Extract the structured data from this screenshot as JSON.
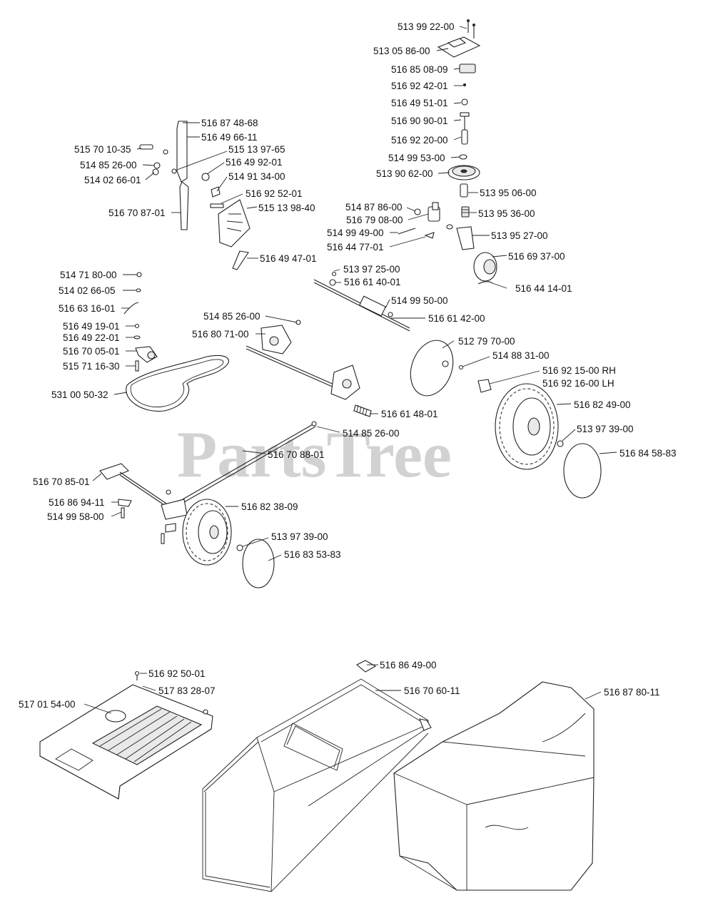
{
  "watermark": "PartsTree",
  "labels": [
    {
      "id": "p01",
      "text": "513 99 22-00"
    },
    {
      "id": "p02",
      "text": "513 05 86-00"
    },
    {
      "id": "p03",
      "text": "516 85 08-09"
    },
    {
      "id": "p04",
      "text": "516 92 42-01"
    },
    {
      "id": "p05",
      "text": "516 49 51-01"
    },
    {
      "id": "p06",
      "text": "516 90 90-01"
    },
    {
      "id": "p07",
      "text": "516 92 20-00"
    },
    {
      "id": "p08",
      "text": "514 99 53-00"
    },
    {
      "id": "p09",
      "text": "513 90 62-00"
    },
    {
      "id": "p10",
      "text": "513 95 06-00"
    },
    {
      "id": "p11",
      "text": "514 87 86-00"
    },
    {
      "id": "p12",
      "text": "513 95 36-00"
    },
    {
      "id": "p13",
      "text": "516 79 08-00"
    },
    {
      "id": "p14",
      "text": "514 99 49-00"
    },
    {
      "id": "p15",
      "text": "513 95 27-00"
    },
    {
      "id": "p16",
      "text": "516 44 77-01"
    },
    {
      "id": "p17",
      "text": "516 69 37-00"
    },
    {
      "id": "p18",
      "text": "516 44 14-01"
    },
    {
      "id": "p19",
      "text": "516 87 48-68"
    },
    {
      "id": "p20",
      "text": "516 49 66-11"
    },
    {
      "id": "p21",
      "text": "515 70 10-35"
    },
    {
      "id": "p22",
      "text": "515 13 97-65"
    },
    {
      "id": "p23",
      "text": "514 85 26-00"
    },
    {
      "id": "p24",
      "text": "516 49 92-01"
    },
    {
      "id": "p25",
      "text": "514 02 66-01"
    },
    {
      "id": "p26",
      "text": "514 91 34-00"
    },
    {
      "id": "p27",
      "text": "516 92 52-01"
    },
    {
      "id": "p28",
      "text": "516 70 87-01"
    },
    {
      "id": "p29",
      "text": "515 13 98-40"
    },
    {
      "id": "p30",
      "text": "516 49 47-01"
    },
    {
      "id": "p31",
      "text": "514 71 80-00"
    },
    {
      "id": "p32",
      "text": "513 97 25-00"
    },
    {
      "id": "p33",
      "text": "514 02 66-05"
    },
    {
      "id": "p34",
      "text": "516 61 40-01"
    },
    {
      "id": "p35",
      "text": "516 63 16-01"
    },
    {
      "id": "p36",
      "text": "514 99 50-00"
    },
    {
      "id": "p37",
      "text": "514 85 26-00"
    },
    {
      "id": "p38",
      "text": "516 61 42-00"
    },
    {
      "id": "p39",
      "text": "516 49 19-01"
    },
    {
      "id": "p40",
      "text": "516 49 22-01"
    },
    {
      "id": "p41",
      "text": "516 80 71-00"
    },
    {
      "id": "p42",
      "text": "516 70 05-01"
    },
    {
      "id": "p43",
      "text": "512 79 70-00"
    },
    {
      "id": "p44",
      "text": "514 88 31-00"
    },
    {
      "id": "p45",
      "text": "515 71 16-30"
    },
    {
      "id": "p46",
      "text": "516 92 15-00 RH"
    },
    {
      "id": "p47",
      "text": "516 92 16-00 LH"
    },
    {
      "id": "p48",
      "text": "531 00 50-32"
    },
    {
      "id": "p49",
      "text": "516 61 48-01"
    },
    {
      "id": "p50",
      "text": "516 82 49-00"
    },
    {
      "id": "p51",
      "text": "514 85 26-00"
    },
    {
      "id": "p52",
      "text": "513 97 39-00"
    },
    {
      "id": "p53",
      "text": "516 70 88-01"
    },
    {
      "id": "p54",
      "text": "516 84 58-83"
    },
    {
      "id": "p55",
      "text": "516 70 85-01"
    },
    {
      "id": "p56",
      "text": "516 86 94-11"
    },
    {
      "id": "p57",
      "text": "516 82 38-09"
    },
    {
      "id": "p58",
      "text": "514 99 58-00"
    },
    {
      "id": "p59",
      "text": "513 97 39-00"
    },
    {
      "id": "p60",
      "text": "516 83 53-83"
    },
    {
      "id": "p61",
      "text": "516 92 50-01"
    },
    {
      "id": "p62",
      "text": "516 86 49-00"
    },
    {
      "id": "p63",
      "text": "517 83 28-07"
    },
    {
      "id": "p64",
      "text": "516 70 60-11"
    },
    {
      "id": "p65",
      "text": "516 87 80-11"
    },
    {
      "id": "p66",
      "text": "517 01 54-00"
    }
  ]
}
